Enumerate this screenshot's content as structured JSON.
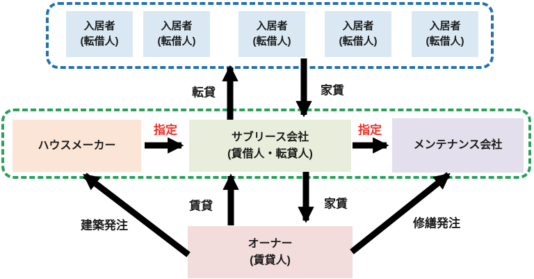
{
  "colors": {
    "tenant_bg": "#d9e8f2",
    "housemaker_bg": "#fbe5d6",
    "sublease_bg": "#e8eedb",
    "maintenance_bg": "#e4dfec",
    "owner_bg": "#f2dddc",
    "tenant_border": "#2271b3",
    "company_border": "#27a25a",
    "arrow": "#000000",
    "designation_text": "#ef2d24",
    "text": "#1a1a1a"
  },
  "tenant_group": {
    "boxes": [
      {
        "line1": "入居者",
        "line2": "(転借人)"
      },
      {
        "line1": "入居者",
        "line2": "(転借人)"
      },
      {
        "line1": "入居者",
        "line2": "(転借人)"
      },
      {
        "line1": "入居者",
        "line2": "(転借人)"
      },
      {
        "line1": "入居者",
        "line2": "(転借人)"
      }
    ]
  },
  "companies": {
    "house_maker": {
      "line1": "ハウスメーカー"
    },
    "sublease": {
      "line1": "サブリース会社",
      "line2": "(賃借人・転貸人)"
    },
    "maintenance": {
      "line1": "メンテナンス会社"
    }
  },
  "owner": {
    "line1": "オーナー",
    "line2": "(賃貸人)"
  },
  "arrow_labels": {
    "sublet": "転貸",
    "rent_top": "家賃",
    "designate_left": "指定",
    "designate_right": "指定",
    "lease": "賃貸",
    "rent_bottom": "家賃",
    "construction_order": "建築発注",
    "repair_order": "修繕発注"
  }
}
